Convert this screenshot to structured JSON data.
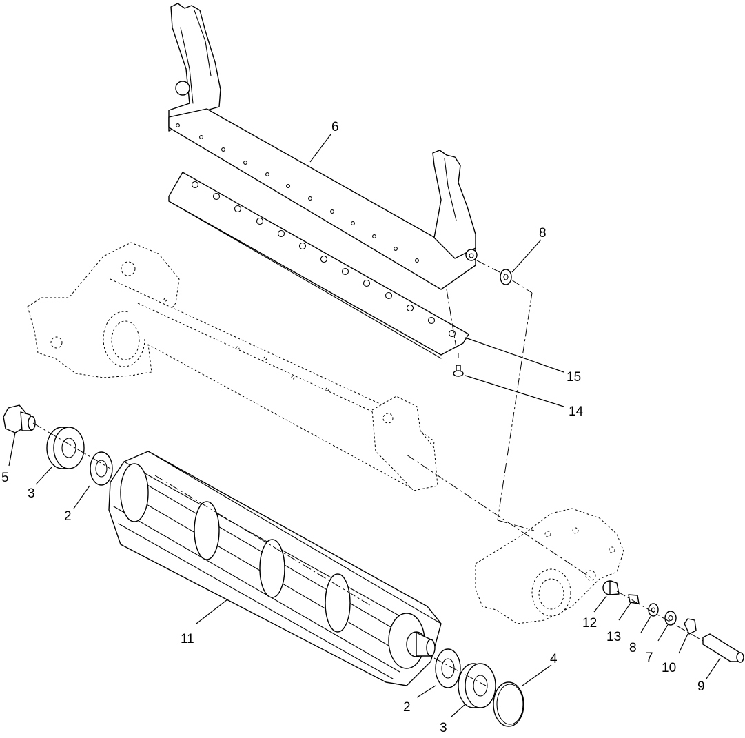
{
  "callouts": {
    "c6": "6",
    "c8_top": "8",
    "c15": "15",
    "c14": "14",
    "c5": "5",
    "c3_left": "3",
    "c2_left": "2",
    "c11": "11",
    "c12": "12",
    "c13": "13",
    "c8_right": "8",
    "c7": "7",
    "c10": "10",
    "c9": "9",
    "c4": "4",
    "c2_bottom": "2",
    "c3_bottom": "3"
  },
  "colors": {
    "line": "#000000",
    "background": "#ffffff"
  }
}
